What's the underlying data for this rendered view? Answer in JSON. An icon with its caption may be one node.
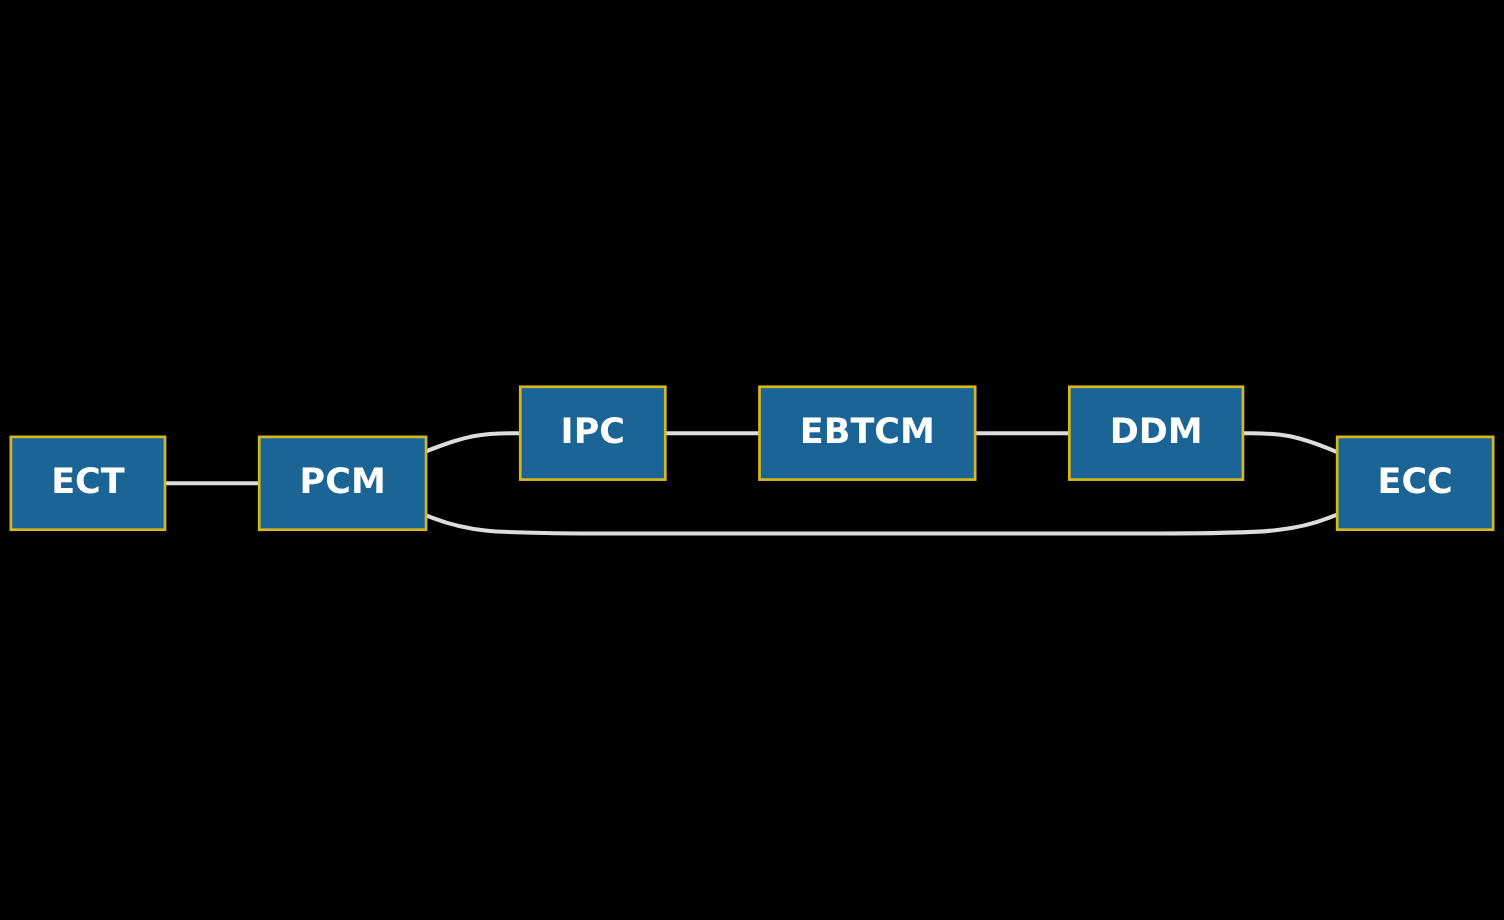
{
  "diagram": {
    "nodes": [
      {
        "text": [
          "ECT"
        ]
      },
      {
        "text": [
          "PCM"
        ]
      },
      {
        "text": [
          "IPC"
        ]
      },
      {
        "text": [
          "EBTCM"
        ]
      },
      {
        "text": [
          "DDM"
        ]
      },
      {
        "text": [
          "ECC"
        ]
      }
    ],
    "edges": [
      {
        "from": 0,
        "to": 1,
        "arrow": "none"
      },
      {
        "from": 1,
        "to": 2,
        "arrow": "none"
      },
      {
        "from": 2,
        "to": 3,
        "arrow": "none"
      },
      {
        "from": 3,
        "to": 4,
        "arrow": "none"
      },
      {
        "from": 4,
        "to": 5,
        "arrow": "none"
      },
      {
        "from": 5,
        "to": 1,
        "arrow": "none"
      }
    ]
  }
}
